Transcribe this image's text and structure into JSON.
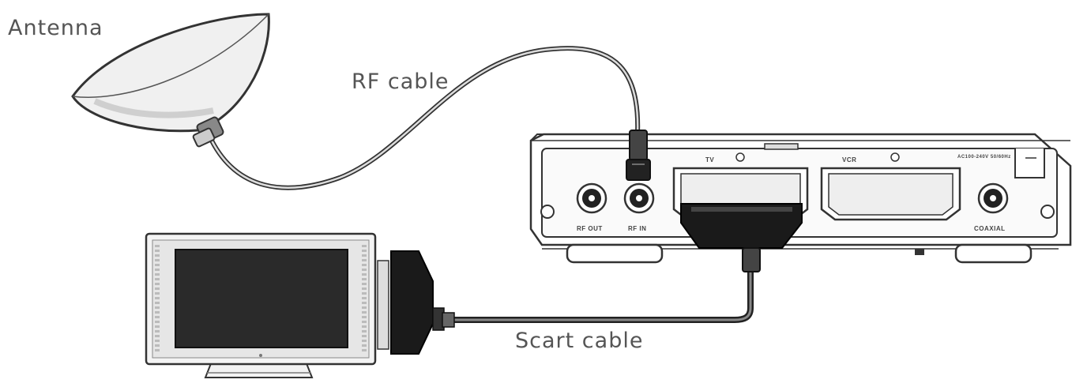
{
  "labels": {
    "antenna": "Antenna",
    "rf_cable": "RF cable",
    "scart_cable": "Scart cable"
  },
  "receiver_panel": {
    "rf_out": "RF OUT",
    "rf_in": "RF IN",
    "tv_scart": "TV",
    "vcr_scart": "VCR",
    "coaxial": "COAXIAL",
    "power_rating": "AC100-240V 50/60Hz"
  },
  "colors": {
    "text": "#555555",
    "outline": "#333333",
    "cable": "#777777",
    "connector": "#1a1a1a"
  }
}
